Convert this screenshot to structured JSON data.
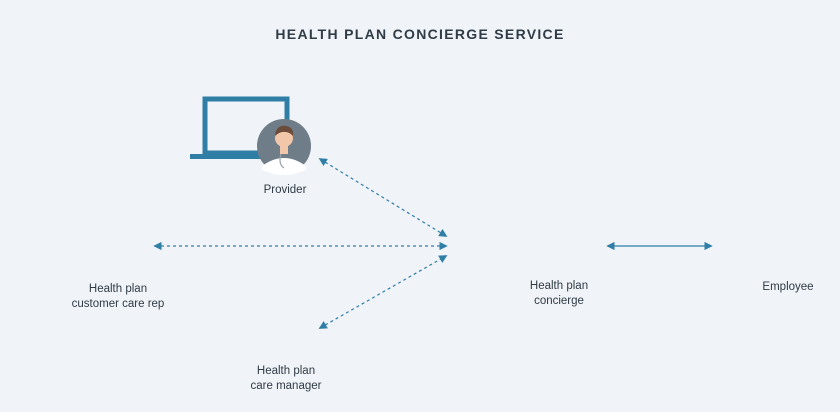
{
  "title": "HEALTH PLAN CONCIERGE SERVICE",
  "nodes": {
    "provider": {
      "label": "Provider"
    },
    "customer_care_rep": {
      "label_line1": "Health plan",
      "label_line2": "customer care rep"
    },
    "care_manager": {
      "label_line1": "Health plan",
      "label_line2": "care manager"
    },
    "concierge": {
      "label_line1": "Health plan",
      "label_line2": "concierge"
    },
    "employee": {
      "label": "Employee"
    }
  },
  "colors": {
    "device": "#2f7ea6",
    "arrow": "#2f7ea6",
    "provider_avatar_bg": "#6f7d88",
    "customer_care_rep_avatar_bg": "#dff0ec",
    "care_manager_avatar_bg": "#dcdcec",
    "concierge_avatar_bg": "#cfe6f3",
    "employee_avatar_bg": "#f6d6d6"
  }
}
